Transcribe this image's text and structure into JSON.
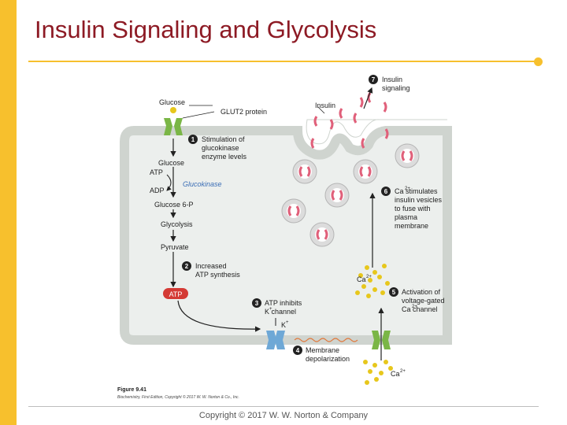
{
  "slide": {
    "title": "Insulin Signaling and Glycolysis",
    "copyright": "Copyright © 2017 W. W. Norton & Company"
  },
  "figure": {
    "caption_title": "Figure 9.41",
    "caption_credit": "Biochemistry, First Edition, Copyright © 2017 W. W. Norton & Co., Inc.",
    "labels": {
      "glucose_outside": "Glucose",
      "glut2": "GLUT2 protein",
      "glucose_inside": "Glucose",
      "atp": "ATP",
      "adp": "ADP",
      "glucokinase": "Glucokinase",
      "glucose6p": "Glucose 6-P",
      "glycolysis": "Glycolysis",
      "pyruvate": "Pyruvate",
      "atp_badge": "ATP",
      "insulin": "Insulin",
      "k_channel": "K",
      "ca_inside": "Ca",
      "ca_inside_sup": "2+",
      "ca_outside": "Ca",
      "ca_outside_sup": "2+"
    },
    "steps": [
      {
        "num": "1",
        "lines": [
          "Stimulation of",
          "glucokinase",
          "enzyme levels"
        ]
      },
      {
        "num": "2",
        "lines": [
          "Increased",
          "ATP synthesis"
        ]
      },
      {
        "num": "3",
        "lines": [
          "ATP inhibits",
          "K   channel"
        ],
        "sup": "+"
      },
      {
        "num": "4",
        "lines": [
          "Membrane",
          "depolarization"
        ]
      },
      {
        "num": "5",
        "lines": [
          "Activation of",
          "voltage-gated",
          "Ca   channel"
        ],
        "sup": "2+"
      },
      {
        "num": "6",
        "lines": [
          "Ca   stimulates",
          "insulin vesicles",
          "to fuse with",
          "plasma",
          "membrane"
        ],
        "sup": "2+"
      },
      {
        "num": "7",
        "lines": [
          "Insulin",
          "signaling"
        ]
      }
    ],
    "colors": {
      "brand_yellow": "#f7c02d",
      "title_red": "#8d1a24",
      "membrane_gray": "#cfd4cf",
      "cell_interior": "#ecefed",
      "insulin_pink": "#e0607a",
      "glut2_green": "#7ab646",
      "k_channel_blue": "#6ea8d6",
      "atp_red": "#d43a35",
      "ca_yellow": "#e7c71c",
      "glucokinase_blue": "#3a6db5"
    }
  }
}
